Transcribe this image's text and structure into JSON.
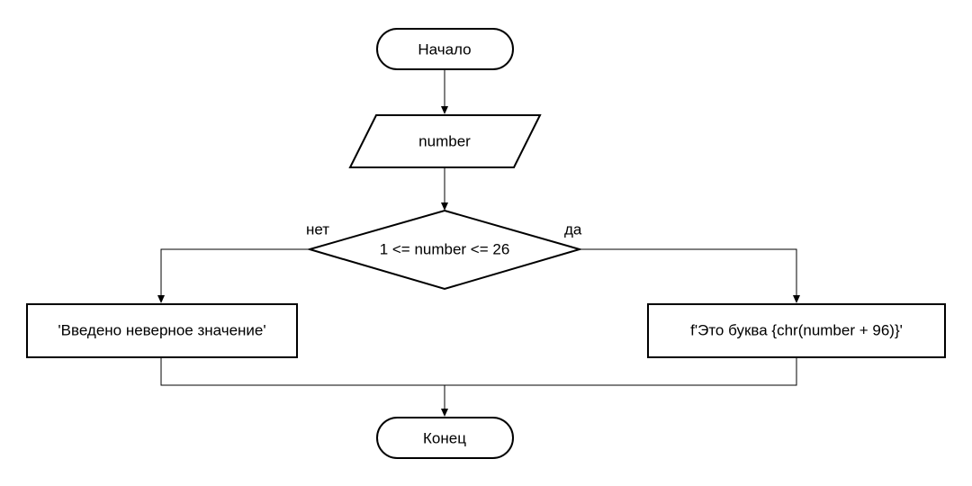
{
  "flowchart": {
    "start": "Начало",
    "input": "number",
    "condition": "1 <= number <= 26",
    "branch_no": "нет",
    "branch_yes": "да",
    "output_no": "'Введено неверное значение'",
    "output_yes": "f'Это буква {chr(number + 96)}'",
    "end": "Конец"
  }
}
